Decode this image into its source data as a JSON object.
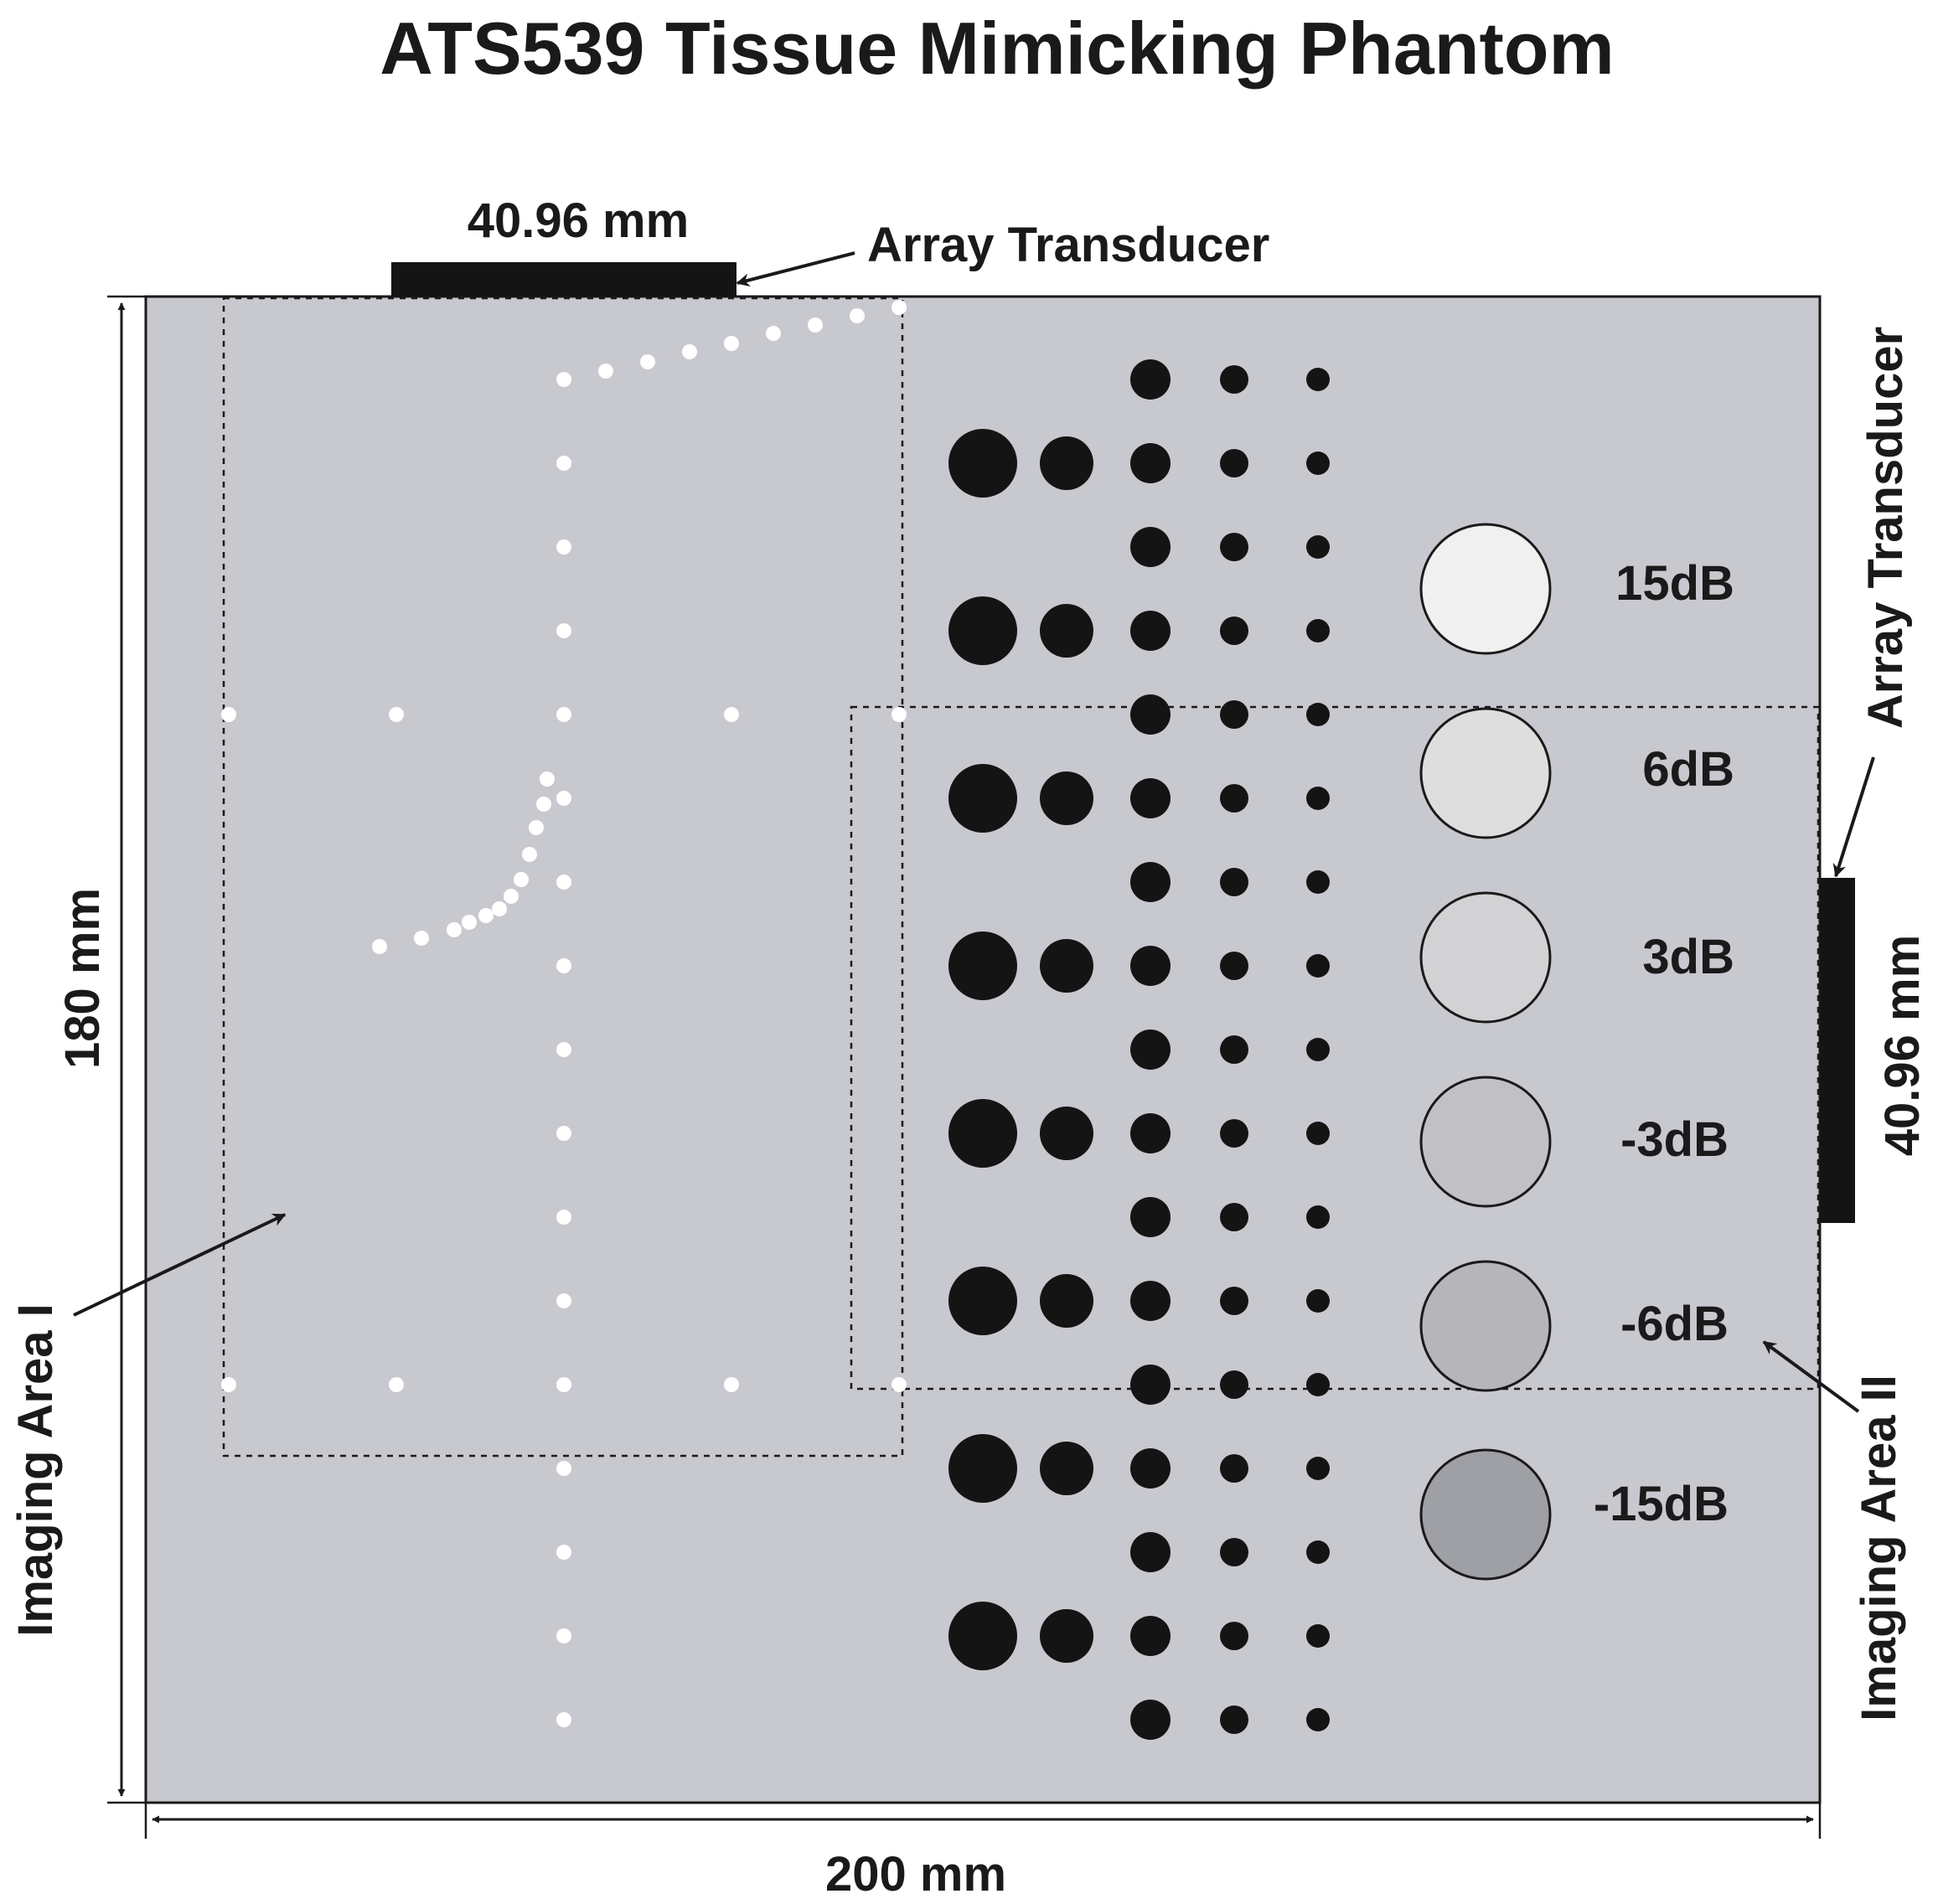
{
  "title": "ATS539 Tissue Mimicking Phantom",
  "labels": {
    "top_transducer_width": "40.96 mm",
    "top_transducer": "Array Transducer",
    "right_transducer": "Array Transducer",
    "right_transducer_width": "40.96 mm",
    "height": "180 mm",
    "width": "200 mm",
    "area1": "Imaging Area I",
    "area2": "Imaging Area II"
  },
  "cysts": [
    "15dB",
    "6dB",
    "3dB",
    "-3dB",
    "-6dB",
    "-15dB"
  ],
  "colors": {
    "phantom": "#c8c8cf",
    "border": "#1a1a1a",
    "target": "#141414",
    "wire": "#ffffff",
    "cysts": [
      "#f0f0f0",
      "#dedede",
      "#d2d2d4",
      "#c0c0c5",
      "#b5b5ba",
      "#9ea0a6"
    ]
  }
}
